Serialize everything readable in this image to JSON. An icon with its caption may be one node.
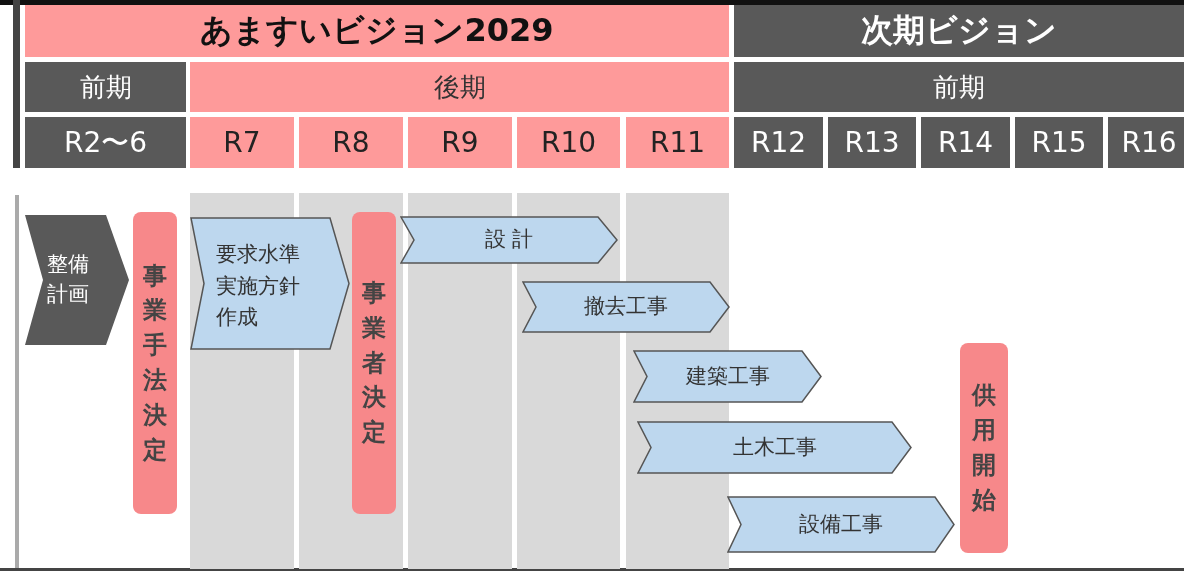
{
  "diagram": {
    "nodes": [
      {
        "text": [
          "整備計画"
        ]
      },
      {
        "text": [
          "事業手法決定"
        ]
      },
      {
        "text": [
          "要求水準実施方針作成"
        ]
      },
      {
        "text": [
          "事業者決定"
        ]
      },
      {
        "text": [
          "設 計"
        ]
      },
      {
        "text": [
          "撤去工事"
        ]
      },
      {
        "text": [
          "建築工事"
        ]
      },
      {
        "text": [
          "土木工事"
        ]
      },
      {
        "text": [
          "設備工事"
        ]
      },
      {
        "text": [
          "供用開始"
        ]
      }
    ],
    "edges": [],
    "labels": [
      "あますいビジョン2029",
      "次期ビジョン",
      "前期",
      "後期",
      "前期",
      "R2〜6",
      "R7",
      "R8",
      "R9",
      "R10",
      "R11",
      "R12",
      "R13",
      "R14",
      "R15",
      "R16"
    ]
  }
}
